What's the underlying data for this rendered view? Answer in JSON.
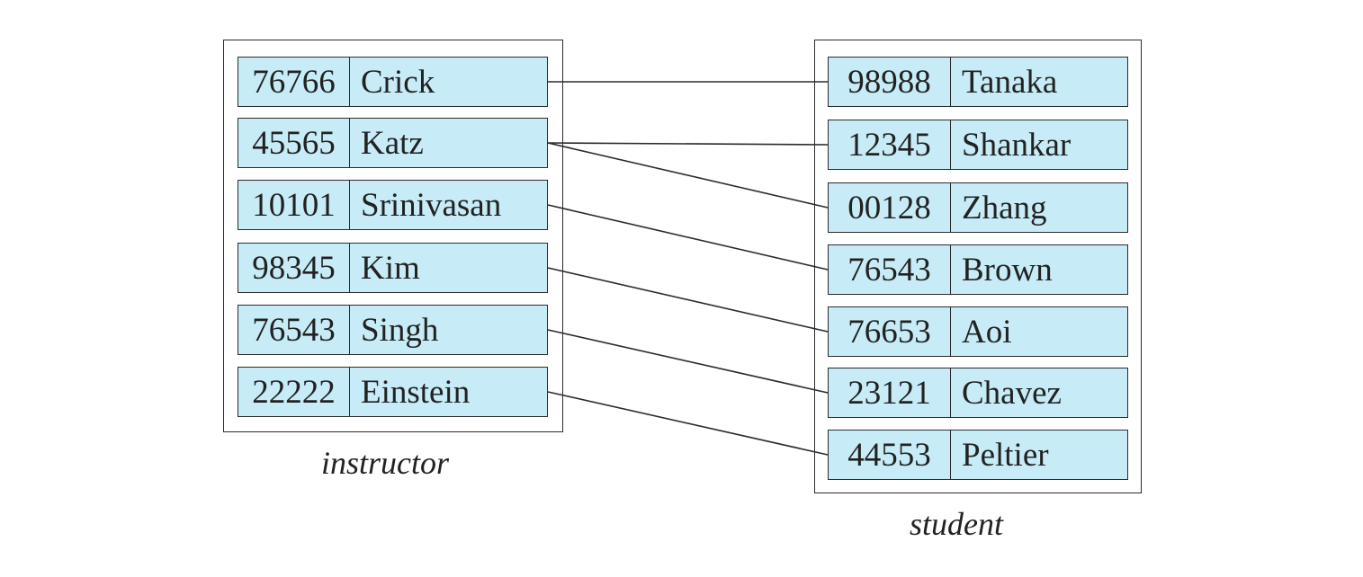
{
  "instructor": {
    "caption": "instructor",
    "records": [
      {
        "id": "76766",
        "name": "Crick"
      },
      {
        "id": "45565",
        "name": "Katz"
      },
      {
        "id": "10101",
        "name": "Srinivasan"
      },
      {
        "id": "98345",
        "name": "Kim"
      },
      {
        "id": "76543",
        "name": "Singh"
      },
      {
        "id": "22222",
        "name": "Einstein"
      }
    ]
  },
  "student": {
    "caption": "student",
    "records": [
      {
        "id": "98988",
        "name": "Tanaka"
      },
      {
        "id": "12345",
        "name": "Shankar"
      },
      {
        "id": "00128",
        "name": "Zhang"
      },
      {
        "id": "76543",
        "name": "Brown"
      },
      {
        "id": "76653",
        "name": "Aoi"
      },
      {
        "id": "23121",
        "name": "Chavez"
      },
      {
        "id": "44553",
        "name": "Peltier"
      }
    ]
  },
  "links": [
    {
      "instructor": 0,
      "student": 0
    },
    {
      "instructor": 1,
      "student": 1
    },
    {
      "instructor": 1,
      "student": 2
    },
    {
      "instructor": 2,
      "student": 3
    },
    {
      "instructor": 3,
      "student": 4
    },
    {
      "instructor": 4,
      "student": 5
    },
    {
      "instructor": 5,
      "student": 6
    }
  ]
}
